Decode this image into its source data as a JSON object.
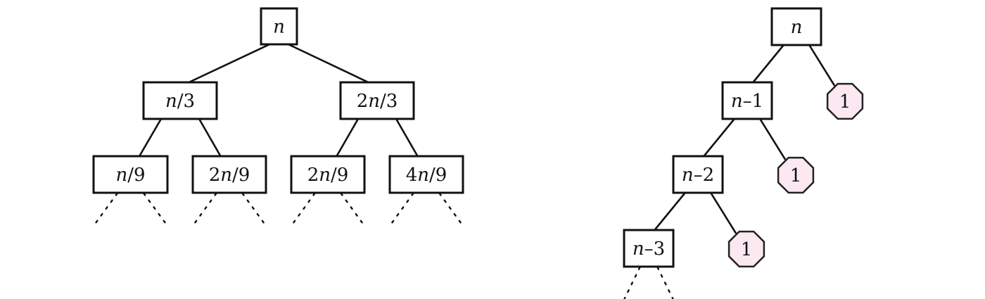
{
  "diagrams": [
    {
      "name": "uneven-split-recursion-tree",
      "nodes": [
        {
          "id": "a",
          "label": "n",
          "shape": "box"
        },
        {
          "id": "b",
          "label": "n/3",
          "shape": "box",
          "parent": "a"
        },
        {
          "id": "c",
          "label": "2n/3",
          "shape": "box",
          "parent": "a"
        },
        {
          "id": "d",
          "label": "n/9",
          "shape": "box",
          "parent": "b"
        },
        {
          "id": "e",
          "label": "2n/9",
          "shape": "box",
          "parent": "b"
        },
        {
          "id": "f",
          "label": "2n/9",
          "shape": "box",
          "parent": "c"
        },
        {
          "id": "g",
          "label": "4n/9",
          "shape": "box",
          "parent": "c"
        }
      ],
      "continues_below": [
        "d",
        "e",
        "f",
        "g"
      ]
    },
    {
      "name": "linear-recursion-tree",
      "nodes": [
        {
          "id": "r0",
          "label": "n",
          "shape": "box"
        },
        {
          "id": "r1",
          "label": "n–1",
          "shape": "box",
          "parent": "r0"
        },
        {
          "id": "l1",
          "label": "1",
          "shape": "octagon",
          "parent": "r0"
        },
        {
          "id": "r2",
          "label": "n–2",
          "shape": "box",
          "parent": "r1"
        },
        {
          "id": "l2",
          "label": "1",
          "shape": "octagon",
          "parent": "r1"
        },
        {
          "id": "r3",
          "label": "n–3",
          "shape": "box",
          "parent": "r2"
        },
        {
          "id": "l3",
          "label": "1",
          "shape": "octagon",
          "parent": "r2"
        }
      ],
      "continues_below": [
        "r3"
      ]
    }
  ],
  "colors": {
    "leaf_fill": "#fce8f0",
    "stroke": "#111111",
    "background": "#ffffff"
  }
}
